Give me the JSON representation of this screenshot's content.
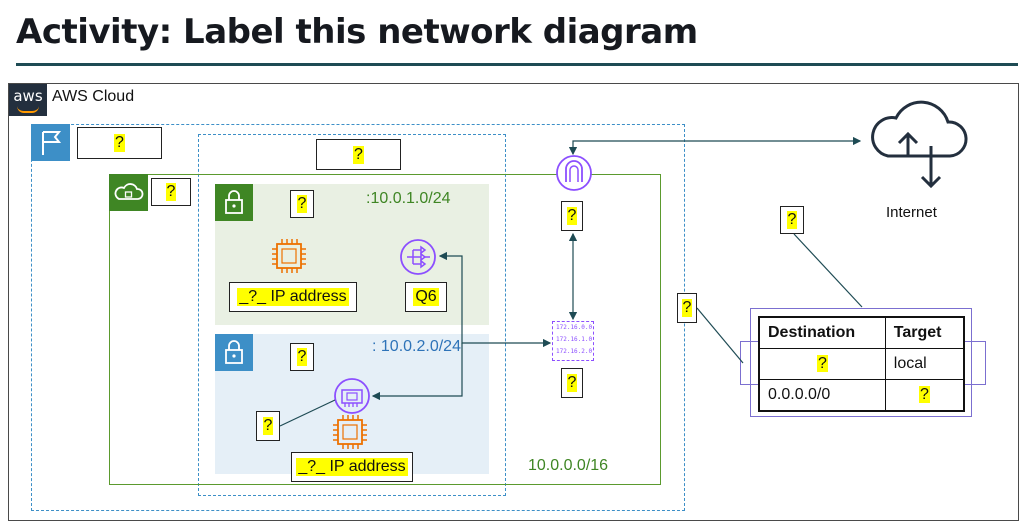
{
  "title": "Activity: Label this network diagram",
  "cloud": {
    "badge": "aws",
    "label": "AWS Cloud"
  },
  "placeholders": {
    "region": "?",
    "availability_zone": "?",
    "vpc": "?",
    "public_subnet": "?",
    "private_subnet": "?",
    "internet_gateway": "?",
    "route_table_router": "?",
    "route_table_link": "?",
    "internet_route": "?",
    "network_interface": "?"
  },
  "public_subnet": {
    "cidr": ":10.0.1.0/24",
    "instance_label": "_?_ IP address",
    "nat_label": "Q6"
  },
  "private_subnet": {
    "cidr": ": 10.0.2.0/24",
    "instance_label": "_?_ IP address"
  },
  "vpc_cidr": "10.0.0.0/16",
  "router_lines": [
    "172.16.0.0",
    "172.16.1.0",
    "172.16.2.0"
  ],
  "internet_label": "Internet",
  "route_table": {
    "headers": [
      "Destination",
      "Target"
    ],
    "rows": [
      [
        "?",
        "local"
      ],
      [
        "0.0.0.0/0",
        "?"
      ]
    ]
  },
  "colors": {
    "vpc_green": "#3f8624",
    "region_blue": "#3d8fc7",
    "aws_dark": "#232f3e",
    "purple": "#8c4fff",
    "orange": "#ed7100",
    "highlight": "#ffff00"
  }
}
